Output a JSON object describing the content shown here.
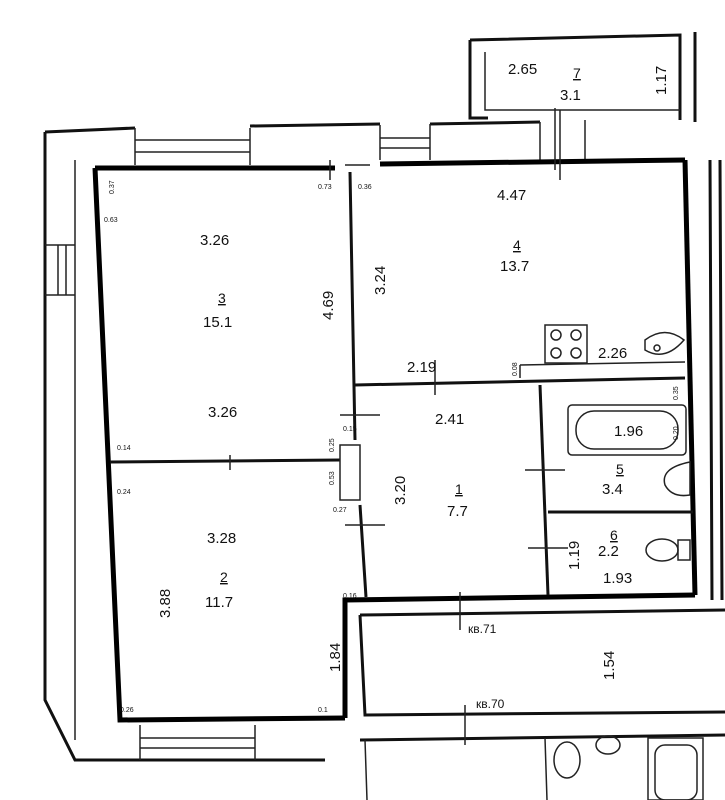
{
  "rooms": [
    {
      "id": "3",
      "number": "3",
      "area": "15.1",
      "dims": [
        "3.26",
        "4.69",
        "3.26"
      ]
    },
    {
      "id": "4",
      "number": "4",
      "area": "13.7",
      "dims": [
        "4.47",
        "3.24",
        "2.26"
      ]
    },
    {
      "id": "1",
      "number": "1",
      "area": "7.7",
      "dims": [
        "2.41",
        "3.20",
        "2.19"
      ]
    },
    {
      "id": "2",
      "number": "2",
      "area": "11.7",
      "dims": [
        "3.28",
        "3.88",
        "1.84"
      ]
    },
    {
      "id": "5",
      "number": "5",
      "area": "3.4",
      "dims": [
        "1.96"
      ]
    },
    {
      "id": "6",
      "number": "6",
      "area": "2.2",
      "dims": [
        "1.19",
        "1.93"
      ]
    },
    {
      "id": "7",
      "number": "7",
      "area": "3.1",
      "dims": [
        "2.65",
        "1.17"
      ]
    }
  ],
  "corridor": {
    "dim": "1.54"
  },
  "apartments": {
    "upper": "кв.71",
    "lower": "кв.70"
  },
  "small_marks": [
    "0.37",
    "0.63",
    "0.73",
    "0.36",
    "0.15",
    "0.25",
    "0.14",
    "0.24",
    "0.53",
    "0.27",
    "0.16",
    "0.35",
    "0.20",
    "0.08",
    "0.26",
    "0.1"
  ],
  "colors": {
    "wall": "#000000",
    "line": "#222222",
    "paper": "#ffffff"
  }
}
